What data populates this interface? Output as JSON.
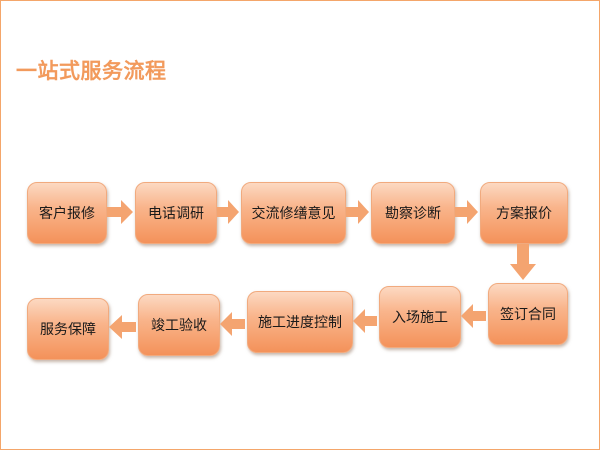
{
  "title": "一站式服务流程",
  "colors": {
    "border": "#f4a66a",
    "title": "#f29a5c",
    "arrow": "#f4a470"
  },
  "steps": [
    "客户报修",
    "电话调研",
    "交流修缮意见",
    "勘察诊断",
    "方案报价",
    "签订合同",
    "入场施工",
    "施工进度控制",
    "竣工验收",
    "服务保障"
  ]
}
